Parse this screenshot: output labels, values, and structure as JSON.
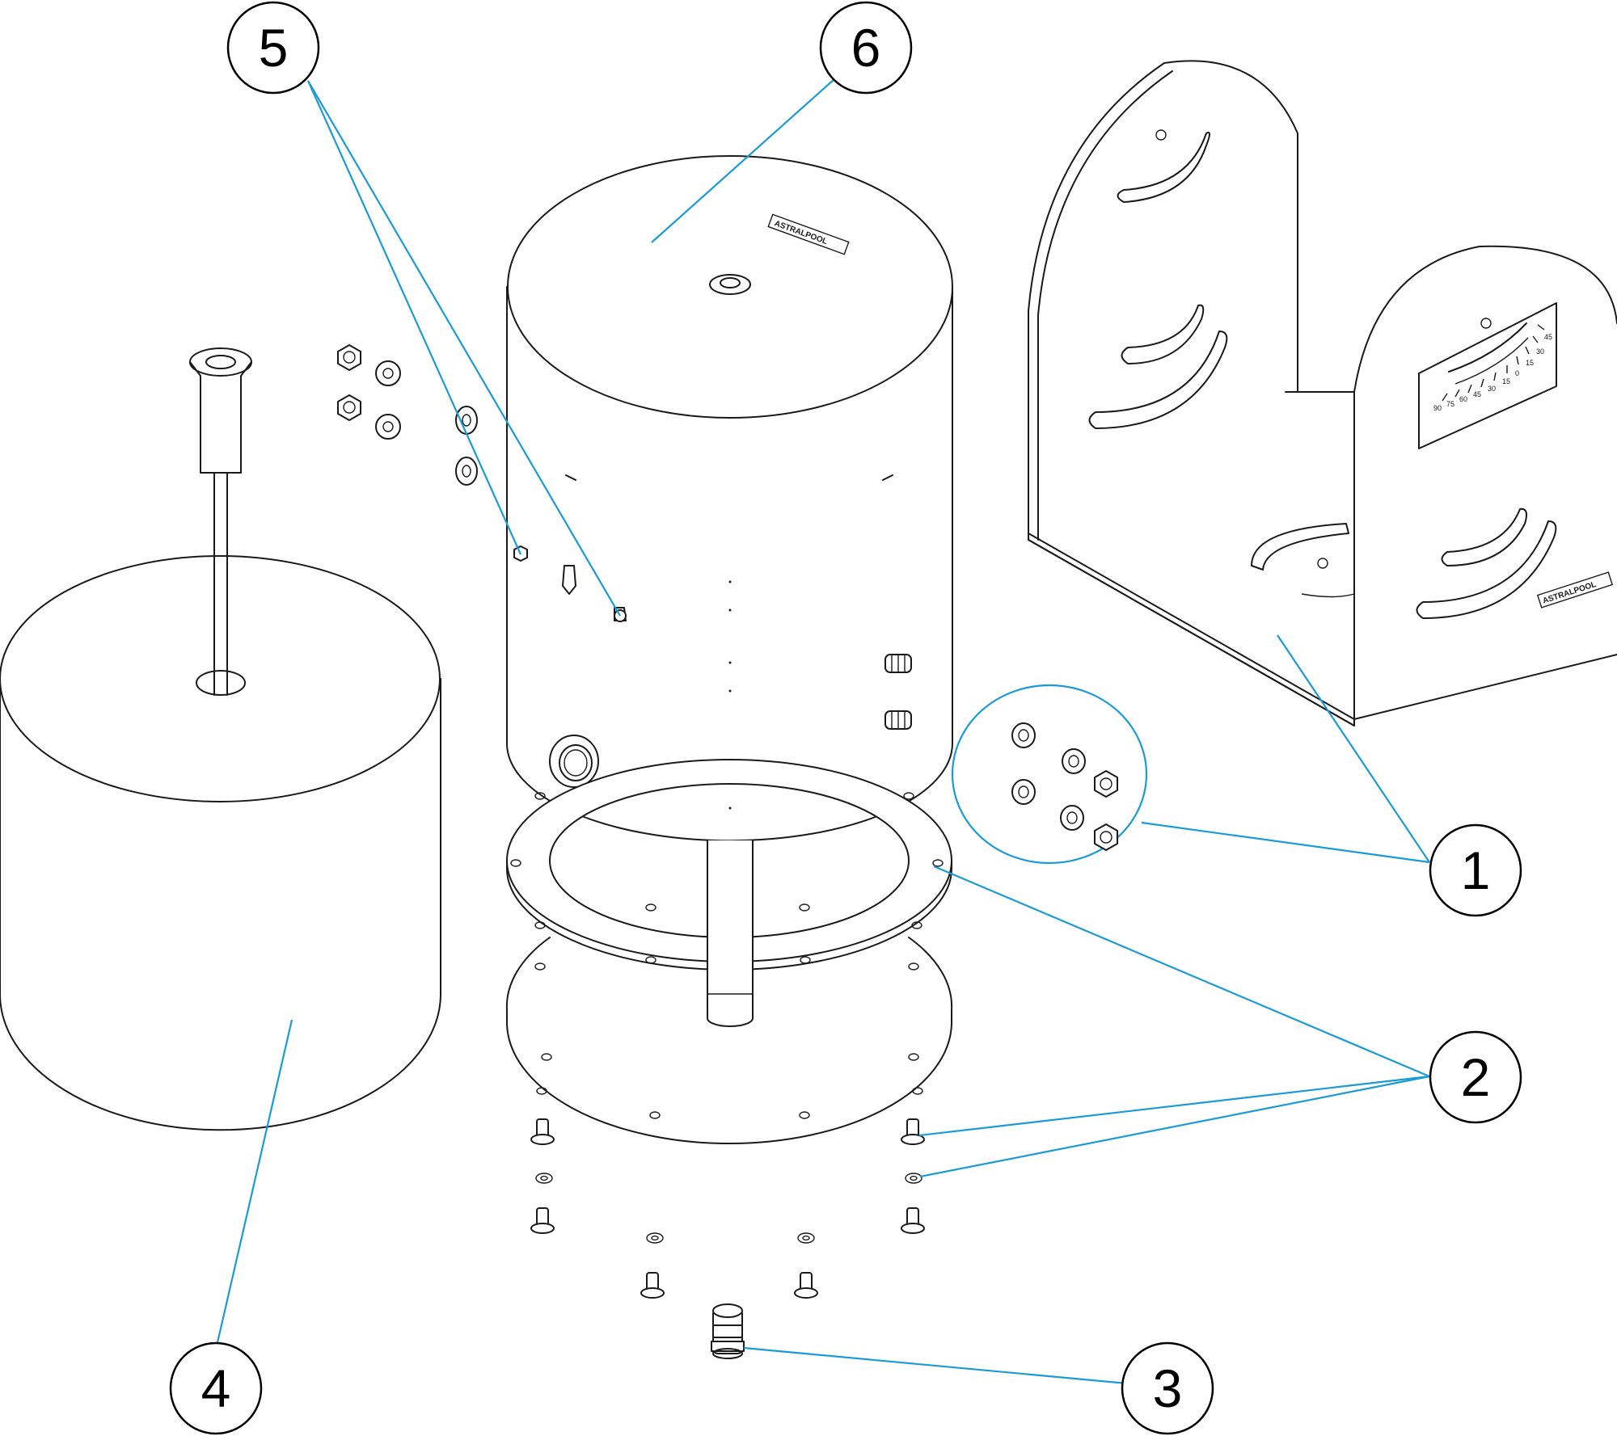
{
  "callouts": [
    {
      "number": "1"
    },
    {
      "number": "2"
    },
    {
      "number": "3"
    },
    {
      "number": "4"
    },
    {
      "number": "5"
    },
    {
      "number": "6"
    }
  ],
  "brand_labels": {
    "tank_top": "ASTRALPOOL",
    "bracket": "ASTRALPOOL"
  },
  "scale_ticks": [
    "90",
    "75",
    "60",
    "45",
    "30",
    "15",
    "0",
    "15",
    "30",
    "45"
  ],
  "colors": {
    "leader_lines": "#1a9bd7",
    "outline": "#1a1a1a",
    "background": "#ffffff"
  }
}
